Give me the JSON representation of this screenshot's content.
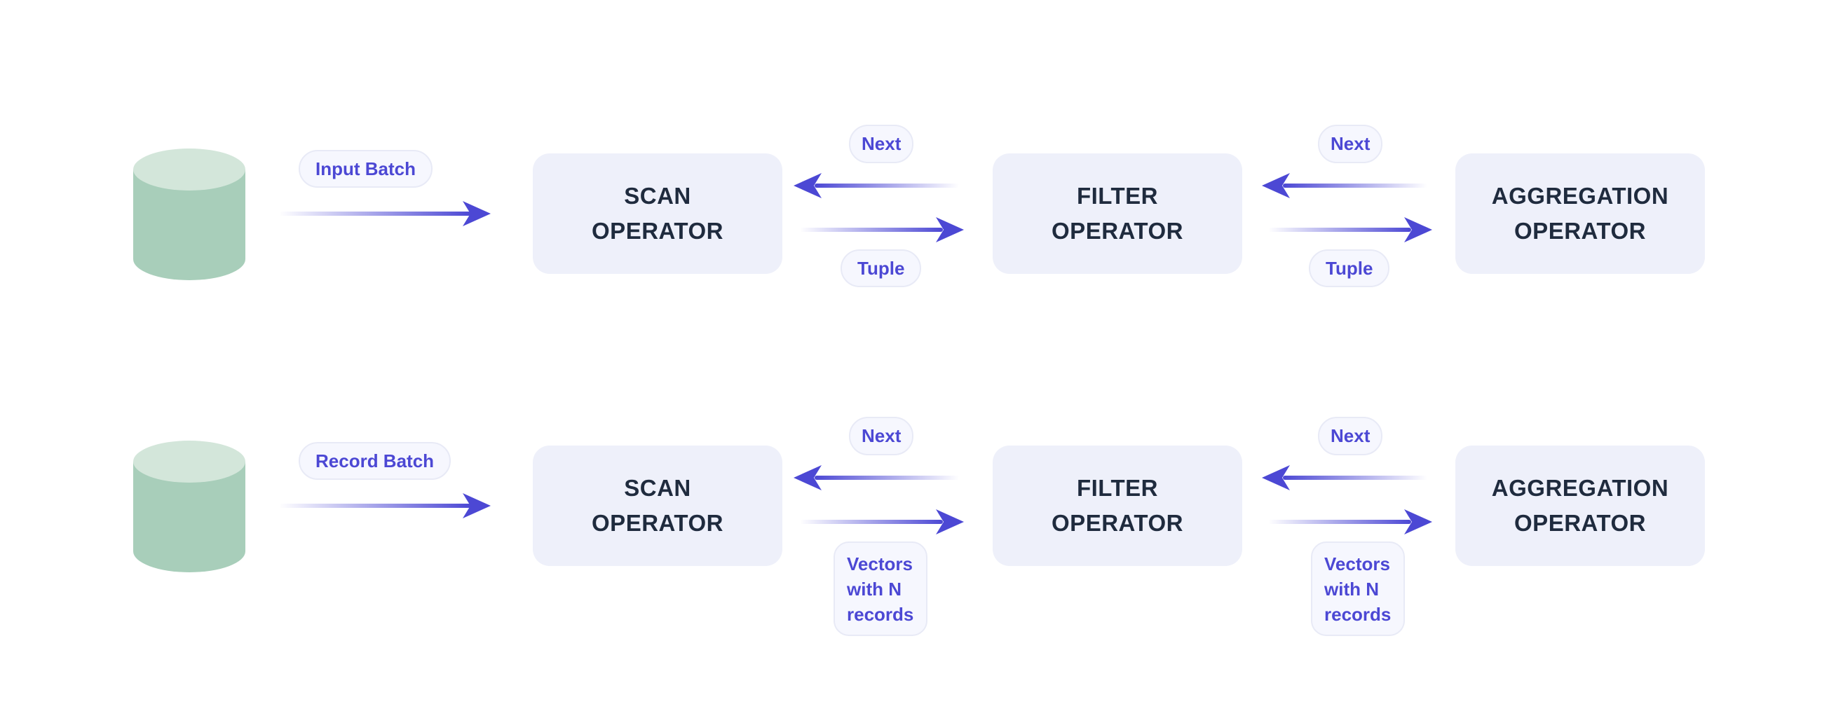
{
  "colors": {
    "background": "#ffffff",
    "accent": "#4c48d4",
    "box_fill": "#eef0fa",
    "box_text": "#1f2b3e",
    "pill_fill": "#f6f7fe",
    "pill_border": "#e8eaf6",
    "cylinder_body": "#a8ceba",
    "cylinder_top": "#d3e6da"
  },
  "rows": [
    {
      "source": {
        "icon": "database-cylinder",
        "label": "Input Batch"
      },
      "operators": [
        {
          "line1": "SCAN",
          "line2": "OPERATOR"
        },
        {
          "line1": "FILTER",
          "line2": "OPERATOR"
        },
        {
          "line1": "AGGREGATION",
          "line2": "OPERATOR"
        }
      ],
      "links": [
        {
          "next_label": "Next",
          "return_label": "Tuple"
        },
        {
          "next_label": "Next",
          "return_label": "Tuple"
        }
      ]
    },
    {
      "source": {
        "icon": "database-cylinder",
        "label": "Record Batch"
      },
      "operators": [
        {
          "line1": "SCAN",
          "line2": "OPERATOR"
        },
        {
          "line1": "FILTER",
          "line2": "OPERATOR"
        },
        {
          "line1": "AGGREGATION",
          "line2": "OPERATOR"
        }
      ],
      "links": [
        {
          "next_label": "Next",
          "return_label": "Vectors\nwith N\nrecords"
        },
        {
          "next_label": "Next",
          "return_label": "Vectors\nwith N\nrecords"
        }
      ]
    }
  ]
}
